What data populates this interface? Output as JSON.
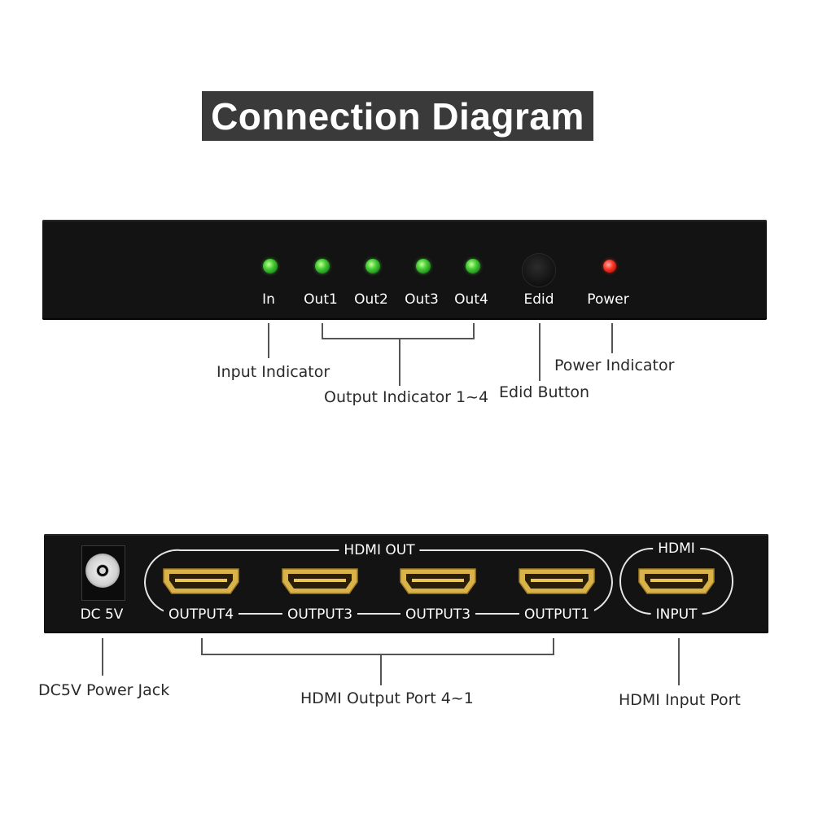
{
  "title": "Connection Diagram",
  "front_panel": {
    "indicators": [
      {
        "label": "In",
        "color": "green"
      },
      {
        "label": "Out1",
        "color": "green"
      },
      {
        "label": "Out2",
        "color": "green"
      },
      {
        "label": "Out3",
        "color": "green"
      },
      {
        "label": "Out4",
        "color": "green"
      }
    ],
    "edid_label": "Edid",
    "power_label": "Power"
  },
  "front_callouts": {
    "input_indicator": "Input Indicator",
    "output_indicator": "Output Indicator 1~4",
    "edid_button": "Edid Button",
    "power_indicator": "Power Indicator"
  },
  "rear_panel": {
    "dc_label": "DC 5V",
    "hdmi_out_label": "HDMI OUT",
    "hdmi_in_label": "HDMI",
    "input_label": "INPUT",
    "output_ports": [
      "OUTPUT4",
      "OUTPUT3",
      "OUTPUT3",
      "OUTPUT1"
    ]
  },
  "rear_callouts": {
    "dc_jack": "DC5V Power Jack",
    "hdmi_output_port": "HDMI Output Port 4~1",
    "hdmi_input_port": "HDMI Input Port"
  },
  "colors": {
    "panel": "#131313",
    "title_bg": "#3a3a3a",
    "led_green": "#4cd23a",
    "led_red": "#ff3a2a",
    "port_gold": "#d9b24a"
  }
}
